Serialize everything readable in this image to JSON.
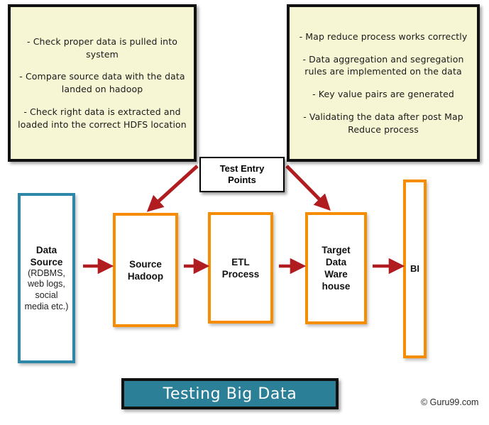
{
  "notes": {
    "left": {
      "name": "extract-checks-note",
      "items": [
        "- Check proper data is pulled into system",
        "- Compare source data with the data landed on hadoop",
        "-  Check right data is extracted and loaded into the correct HDFS location"
      ]
    },
    "right": {
      "name": "mapreduce-checks-note",
      "items": [
        "- Map reduce process works correctly",
        "- Data aggregation and segregation rules are implemented on the data",
        "- Key value pairs are generated",
        "- Validating the data after post Map Reduce process"
      ]
    }
  },
  "entry_point": {
    "line1": "Test Entry",
    "line2": "Points"
  },
  "pipeline": [
    {
      "id": "data-source",
      "title_lines": [
        "Data",
        "Source"
      ],
      "sub_lines": [
        "(RDBMS,",
        "web logs,",
        "social",
        "media etc.)"
      ],
      "border_color": "#2e87a6"
    },
    {
      "id": "source-hadoop",
      "title_lines": [
        "Source",
        "Hadoop"
      ],
      "sub_lines": [],
      "border_color": "#f78c00"
    },
    {
      "id": "etl-process",
      "title_lines": [
        "ETL",
        "Process"
      ],
      "sub_lines": [],
      "border_color": "#f78c00"
    },
    {
      "id": "target-data-warehouse",
      "title_lines": [
        "Target",
        "Data",
        "Ware",
        "house"
      ],
      "sub_lines": [],
      "border_color": "#f78c00"
    },
    {
      "id": "bi",
      "title_lines": [
        "BI"
      ],
      "sub_lines": [],
      "border_color": "#f78c00"
    }
  ],
  "banner": {
    "text": "Testing Big Data",
    "background": "#2b7f97",
    "text_color": "#ffffff"
  },
  "copyright": "© Guru99.com",
  "colors": {
    "note_background": "#f7f6d4",
    "note_border": "#111111",
    "arrow": "#b01c20",
    "orange_border": "#f78c00",
    "teal_border": "#2e87a6"
  }
}
